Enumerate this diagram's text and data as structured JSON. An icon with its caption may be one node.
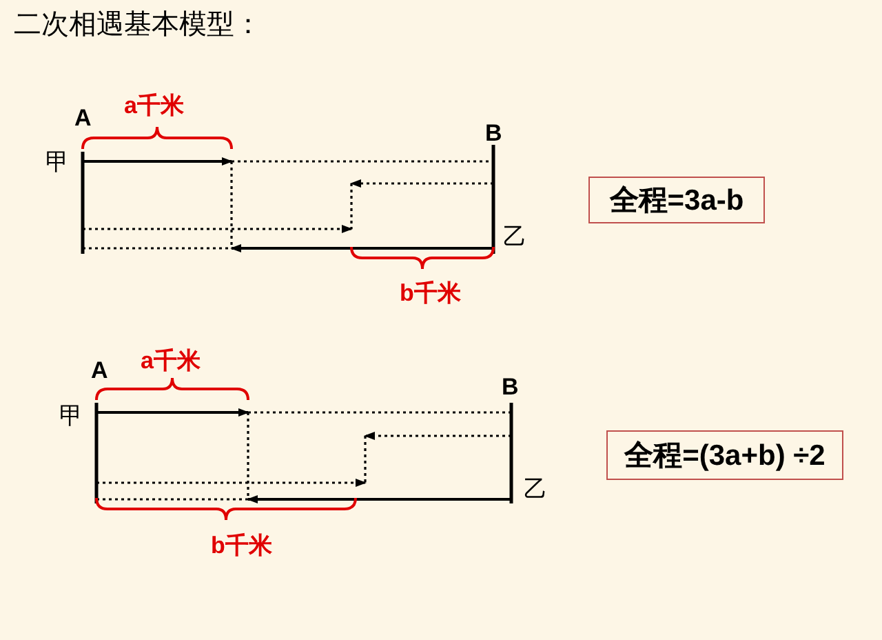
{
  "diagram": {
    "title": "二次相遇基本模型：",
    "nodes": [
      {
        "text": [
          "全程=3a-b"
        ]
      },
      {
        "text": [
          "全程=(3a+b) ÷2"
        ]
      }
    ],
    "edges": [],
    "labels": [
      "A",
      "a千米",
      "B",
      "甲",
      "乙",
      "b千米",
      "A",
      "a千米",
      "B",
      "甲",
      "乙",
      "b千米"
    ]
  }
}
